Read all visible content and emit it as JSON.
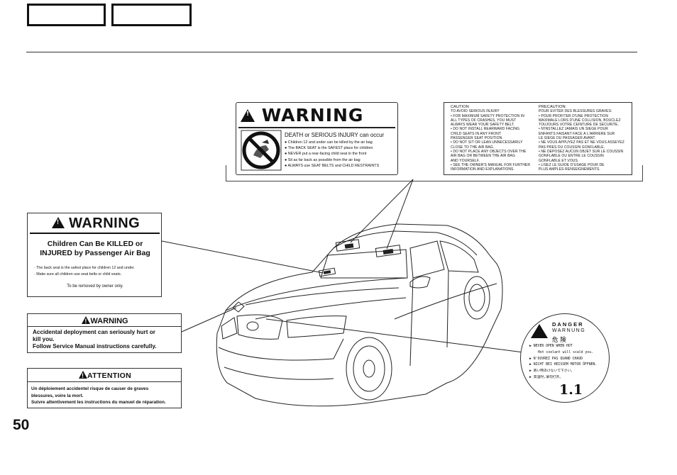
{
  "page_number": "50",
  "main_warning": {
    "heading": "WARNING",
    "headline": "DEATH or SERIOUS INJURY can occur",
    "bullets": [
      "Children 12 and under can be killed by the air bag",
      "The BACK SEAT is the SAFEST place for children",
      "NEVER put a rear-facing child seat in the front",
      "Sit as far back as possible from the air bag",
      "ALWAYS use SEAT BELTS and CHILD RESTRAINTS"
    ]
  },
  "caution_panel": {
    "en_title": "CAUTION",
    "en_lines": [
      "TO AVOID SERIOUS INJURY",
      "• FOR MAXIMUM SAFETY PROTECTION IN",
      "  ALL TYPES OF CRASHES, YOU MUST",
      "  ALWAYS WEAR YOUR SAFETY BELT.",
      "• DO NOT INSTALL REARWARD FACING",
      "  CHILD SEATS IN ANY FRONT",
      "  PASSENGER SEAT POSITION.",
      "• DO NOT SIT OR LEAN UNNECESSARILY",
      "  CLOSE TO THE AIR BAG.",
      "• DO NOT PLACE ANY OBJECTS OVER THE",
      "  AIR BAG OR BETWEEN THE AIR BAG",
      "  AND YOURSELF.",
      "• SEE THE OWNER'S MANUAL FOR FURTHER",
      "  INFORMATION AND EXPLANATIONS."
    ],
    "fr_title": "PRÉCAUTION:",
    "fr_lines": [
      "POUR ÉVITER DES BLESSURES GRAVES:",
      "• POUR PROFITER D'UNE PROTECTION",
      "  MAXIMALE LORS D'UNE COLLISION, BOUCLEZ",
      "  TOUJOURS VOTRE CEINTURE DE SÉCURITÉ.",
      "• N'INSTALLEZ JAMAIS UN SIÈGE POUR",
      "  ENFANTS FAISANT FACE À L'ARRIÈRE SUR",
      "  LE SIÈGE DU PASSAGER AVANT.",
      "• NE VOUS APPUYEZ PAS ET NE VOUS ASSEYEZ",
      "  PAS PRÈS DU COUSSIN GONFLABLE.",
      "• NE DÉPOSEZ AUCUN OBJET SUR LE COUSSIN",
      "  GONFLABLE OU ENTRE LE COUSSIN",
      "  GONFLABLE ET VOUS.",
      "• LISEZ LE GUIDE D'USAGE POUR DE",
      "  PLUS AMPLES RENSEIGNEMENTS."
    ]
  },
  "sun_visor_warning": {
    "heading": "WARNING",
    "line1": "Children Can Be KILLED or",
    "line2": "INJURED by Passenger Air Bag",
    "bullet1": "· The back seat is the safest place for children 12 and under.",
    "bullet2": "· Make sure all children use seat belts or child seats.",
    "removal": "To be removed by owner only."
  },
  "deploy_warning": {
    "heading": "WARNING",
    "line1": "Accidental deployment can seriously hurt or",
    "line2": "kill you.",
    "line3": "Follow Service Manual instructions carefully."
  },
  "attention": {
    "heading": "ATTENTION",
    "line1": "Un déploiement accidentel risque de causer de graves",
    "line2": "blessures, voire la mort.",
    "line3": "Suivre attentivement les instructions du manuel de réparation."
  },
  "radiator_label": {
    "danger": "DANGER",
    "warnung": "WARNUNG",
    "kanji": "危 険",
    "lines": [
      "NEVER OPEN WHEN HOT",
      "Hot coolant will scald you.",
      "N'OUVREZ PAS QUAND CHAUD",
      "NICHT BEI HEISSEM MOTOR ÖFFNEN.",
      "熱い時あけないで下さい。",
      "高温时,请勿打开。"
    ],
    "code": "1.1"
  }
}
